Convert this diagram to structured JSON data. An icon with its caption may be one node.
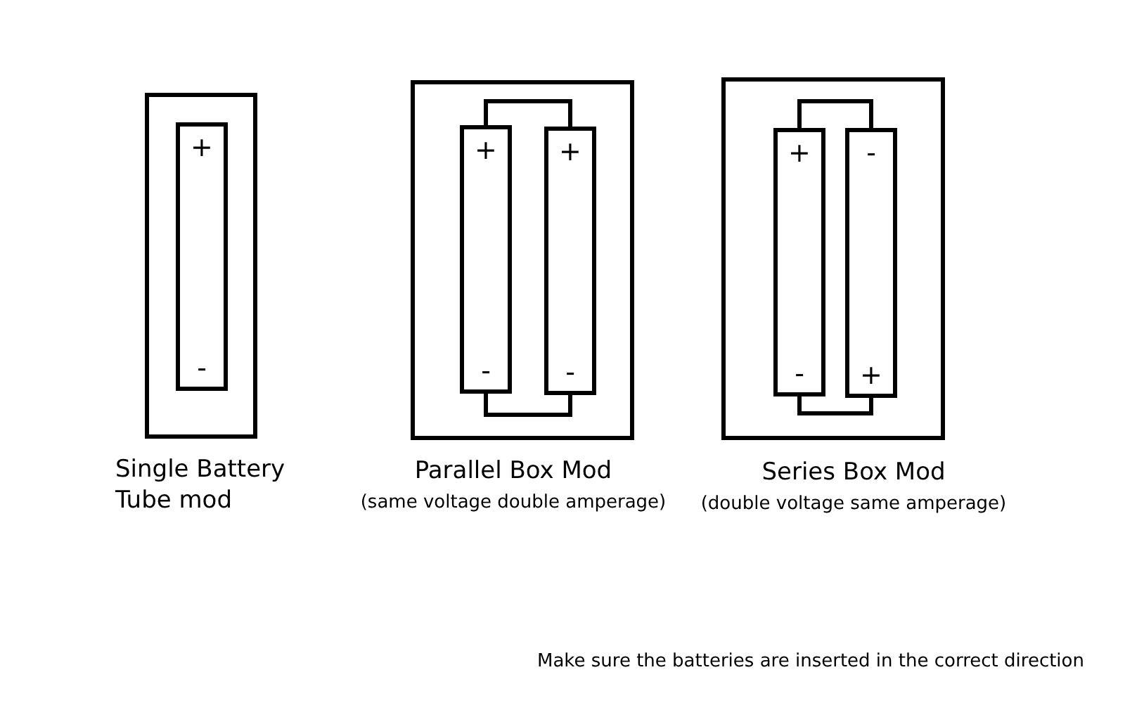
{
  "diagram": {
    "nodes": [
      {
        "text": [],
        "shape": "box",
        "beside": [
          "Single Battery Tube mod"
        ]
      },
      {
        "text": [
          "+",
          "-"
        ],
        "in": 0
      },
      {
        "text": [],
        "shape": "box",
        "beside": [
          "Parallel Box Mod",
          "(same voltage double amperage)"
        ]
      },
      {
        "text": [
          "+",
          "-"
        ],
        "in": 2
      },
      {
        "text": [
          "+",
          "-"
        ],
        "in": 2
      },
      {
        "text": [],
        "shape": "box",
        "beside": [
          "Series Box Mod",
          "(double voltage same amperage)"
        ]
      },
      {
        "text": [
          "+",
          "-"
        ],
        "in": 5
      },
      {
        "text": [
          "-",
          "+"
        ],
        "in": 5
      }
    ],
    "edges": [
      {
        "from": 3,
        "to": 4,
        "arrow": "none"
      },
      {
        "from": 3,
        "to": 4,
        "arrow": "none"
      },
      {
        "from": 6,
        "to": 7,
        "arrow": "none"
      },
      {
        "from": 6,
        "to": 7,
        "arrow": "none"
      }
    ],
    "labels": [
      "Make sure the batteries are inserted in the correct direction"
    ]
  }
}
